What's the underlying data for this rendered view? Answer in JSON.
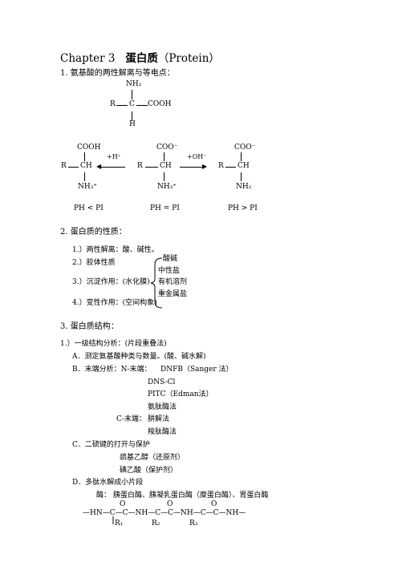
{
  "title": {
    "prefix": "Chapter 3",
    "cn": "蛋白质",
    "en": "（Protein）"
  },
  "s1": {
    "heading": "1.  氨基酸的两性解离与等电点：",
    "nh2": "NH₂",
    "r_left": "R",
    "c": "C",
    "cooh": "COOH",
    "h": "H",
    "f1_top": "COOH",
    "f1_r": "R",
    "f1_ch": "CH",
    "f1_bot": "NH₃⁺",
    "arrow1": "+H⁺",
    "f2_top": "COO⁻",
    "f2_r": "R",
    "f2_ch": "CH",
    "f2_bot": "NH₃⁺",
    "arrow2": "+OH⁻",
    "f3_top": "COO⁻",
    "f3_r": "R",
    "f3_ch": "CH",
    "f3_bot": "NH₂",
    "ph1": "PH < PI",
    "ph2": "PH = PI",
    "ph3": "PH > PI"
  },
  "s2": {
    "heading": "2.   蛋白质的性质：",
    "p1": "1.）两性解离：酸、碱性。",
    "p2": "2.）胶体性质",
    "p3": "3.）沉淀作用：(水化膜)",
    "p4": "4.）变性作用：(空间构象)",
    "b1": "酸碱",
    "b2": "中性盐",
    "b3": "有机溶剂",
    "b4": "重金属盐"
  },
  "s3": {
    "heading": "3.   蛋白质结构：",
    "l1": "1.）一级结构分析：(片段重叠法)",
    "a": "A．测定氨基酸种类与数量。(酸、碱水解)",
    "b": "B．末端分析：N-末端：",
    "b_dnfb": "DNFB（Sanger  法）",
    "b_dns": "DNS-Cl",
    "b_pitc": "PITC（Edman法）",
    "b_amino": "氨肽酶法",
    "b_c": "C-末端：",
    "b_hyd": "肼解法",
    "b_carb": "羧肽酶法",
    "c": "C．二硫键的打开与保护",
    "c1": "巯基乙醇（还原剂）",
    "c2": "碘乙酸（保护剂）",
    "d": "D．多肽水解成小片段",
    "d1": "酶：  胰蛋白酶、胰凝乳蛋白酶（糜蛋白酶）、胃蛋白酶",
    "o": "O",
    "chain": [
      "—HN",
      "C",
      "C",
      "NH",
      "C",
      "C",
      "NH",
      "C",
      "C",
      "NH—"
    ],
    "r1": "R₁",
    "r2": "R₂",
    "r3": "R₃"
  }
}
